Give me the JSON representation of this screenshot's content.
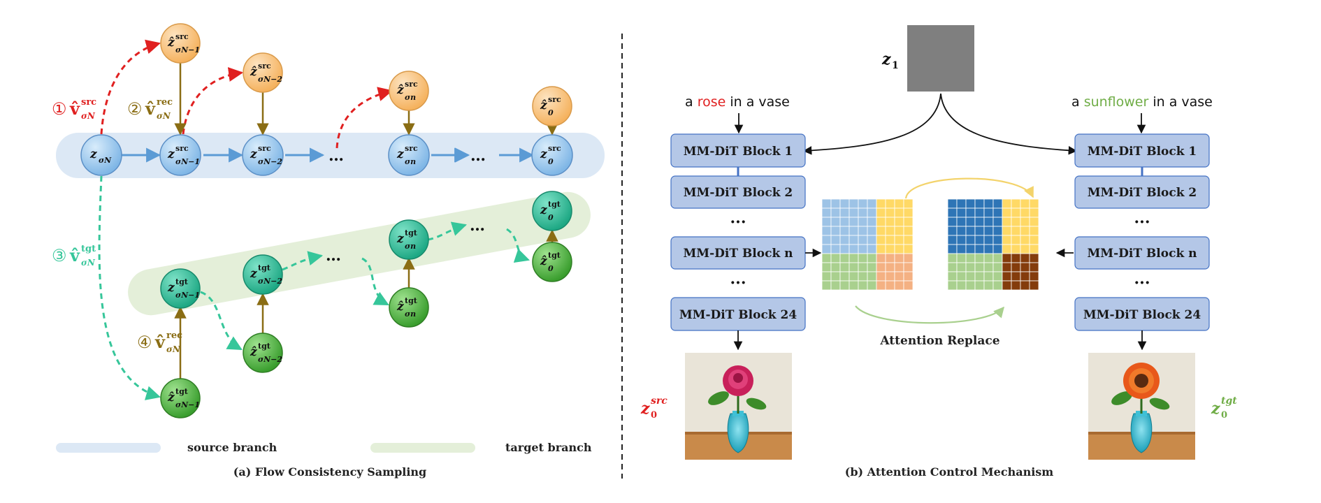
{
  "panel_a": {
    "caption": "(a) Flow Consistency Sampling",
    "legend_source": "source branch",
    "legend_target": "target branch",
    "step1_num": "①",
    "step2_num": "②",
    "step3_num": "③",
    "step4_num": "④",
    "v_symbol": "v̂",
    "sup_src": "src",
    "sup_rec": "rec",
    "sup_tgt": "tgt",
    "sub_sigmaN": "σN",
    "ellipsis": "…",
    "src_nodes": [
      {
        "main": "z",
        "sup": "",
        "sub": "σN"
      },
      {
        "main": "z",
        "sup": "src",
        "sub": "σN−1"
      },
      {
        "main": "z",
        "sup": "src",
        "sub": "σN−2"
      },
      {
        "main": "z",
        "sup": "src",
        "sub": "σn"
      },
      {
        "main": "z",
        "sup": "src",
        "sub": "0"
      }
    ],
    "hat_src_nodes": [
      {
        "main": "ẑ",
        "sup": "src",
        "sub": "σN−1"
      },
      {
        "main": "ẑ",
        "sup": "src",
        "sub": "σN−2"
      },
      {
        "main": "ẑ",
        "sup": "src",
        "sub": "σn"
      },
      {
        "main": "ẑ",
        "sup": "src",
        "sub": "0"
      }
    ],
    "tgt_nodes": [
      {
        "main": "z",
        "sup": "tgt",
        "sub": "σN−1"
      },
      {
        "main": "z",
        "sup": "tgt",
        "sub": "σN−2"
      },
      {
        "main": "z",
        "sup": "tgt",
        "sub": "σn"
      },
      {
        "main": "z",
        "sup": "tgt",
        "sub": "0"
      }
    ],
    "hat_tgt_nodes": [
      {
        "main": "ẑ",
        "sup": "tgt",
        "sub": "σN−1"
      },
      {
        "main": "ẑ",
        "sup": "tgt",
        "sub": "σN−2"
      },
      {
        "main": "ẑ",
        "sup": "tgt",
        "sub": "σn"
      },
      {
        "main": "ẑ",
        "sup": "tgt",
        "sub": "0"
      }
    ]
  },
  "panel_b": {
    "caption": "(b) Attention Control Mechanism",
    "noise_label": "z",
    "noise_sub": "1",
    "prompt_left": {
      "pre": "a ",
      "word": "rose",
      "post": " in a vase"
    },
    "prompt_right": {
      "pre": "a ",
      "word": "sunflower",
      "post": " in a vase"
    },
    "blocks": [
      "MM-DiT Block 1",
      "MM-DiT Block 2",
      "MM-DiT Block n",
      "MM-DiT Block 24"
    ],
    "dots": "···",
    "attention_label": "Attention Replace",
    "out_left": {
      "main": "z",
      "sup": "src",
      "sub": "0"
    },
    "out_right": {
      "main": "z",
      "sup": "tgt",
      "sub": "0"
    }
  },
  "colors": {
    "source_band": "#dce8f5",
    "target_band": "#e4efd9",
    "node_blue": "#9fcbf0",
    "node_orange": "#f9c98a",
    "node_teal": "#2ec4a0",
    "node_green": "#4cbb3e",
    "red_dash": "#e02020",
    "teal_dash": "#36c69a",
    "olive_arrow": "#8a6d14",
    "blue_arrow": "#5b9bd5",
    "block_fill": "#b4c7e7",
    "rose_word": "#e02020",
    "sunflower_word": "#70ad47"
  }
}
